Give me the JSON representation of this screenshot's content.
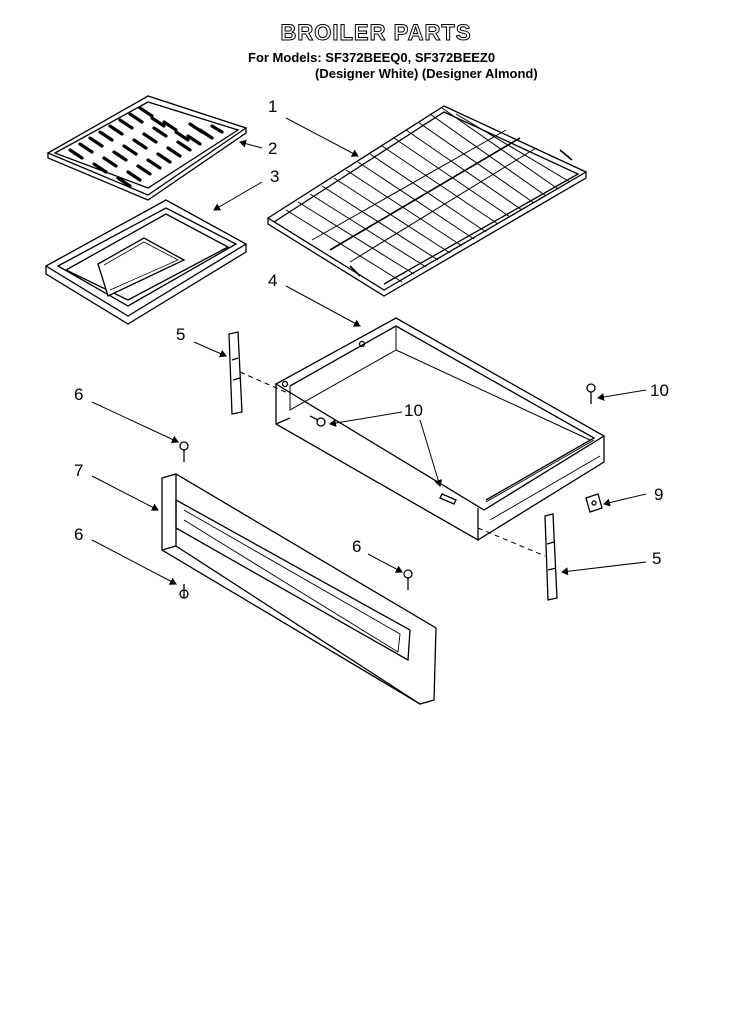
{
  "header": {
    "title": "BROILER PARTS",
    "models_line": "For Models: SF372BEEQ0, SF372BEEZ0",
    "variants_line": "(Designer White)  (Designer Almond)"
  },
  "callouts": {
    "c1": "1",
    "c2": "2",
    "c3": "3",
    "c4": "4",
    "c5a": "5",
    "c5b": "5",
    "c6a": "6",
    "c6b": "6",
    "c6c": "6",
    "c7": "7",
    "c9": "9",
    "c10a": "10",
    "c10b": "10"
  }
}
